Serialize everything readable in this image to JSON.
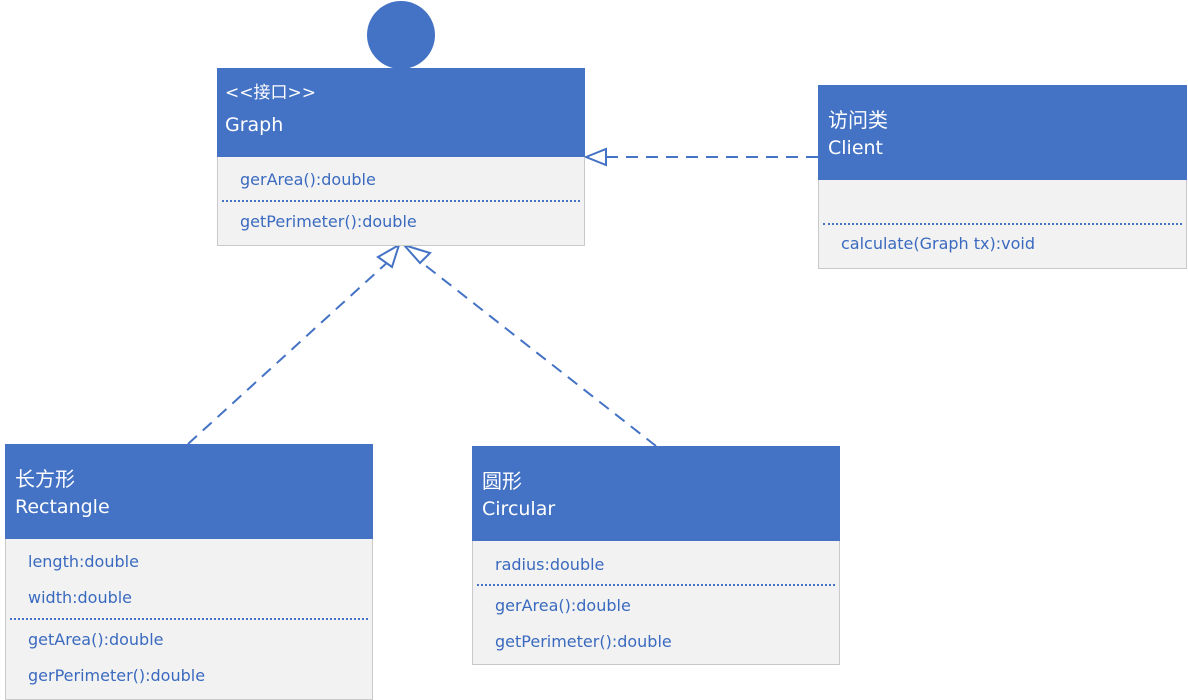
{
  "graph": {
    "stereotype": "<<接口>>",
    "name": "Graph",
    "methods": [
      "gerArea():double",
      "getPerimeter():double"
    ]
  },
  "client": {
    "title_cn": "访问类",
    "name": "Client",
    "methods": [
      "calculate(Graph tx):void"
    ]
  },
  "rectangle": {
    "title_cn": "长方形",
    "name": "Rectangle",
    "attributes": [
      "length:double",
      "width:double"
    ],
    "methods": [
      "getArea():double",
      "gerPerimeter():double"
    ]
  },
  "circular": {
    "title_cn": "圆形",
    "name": "Circular",
    "attributes": [
      "radius:double"
    ],
    "methods": [
      "gerArea():double",
      "getPerimeter():double"
    ]
  },
  "colors": {
    "header": "#4472c4",
    "body": "#f2f2f2",
    "text": "#3a6abf",
    "connector": "#4472c4"
  },
  "icons": [
    "interface-lollipop-icon",
    "hollow-triangle-arrowhead"
  ]
}
